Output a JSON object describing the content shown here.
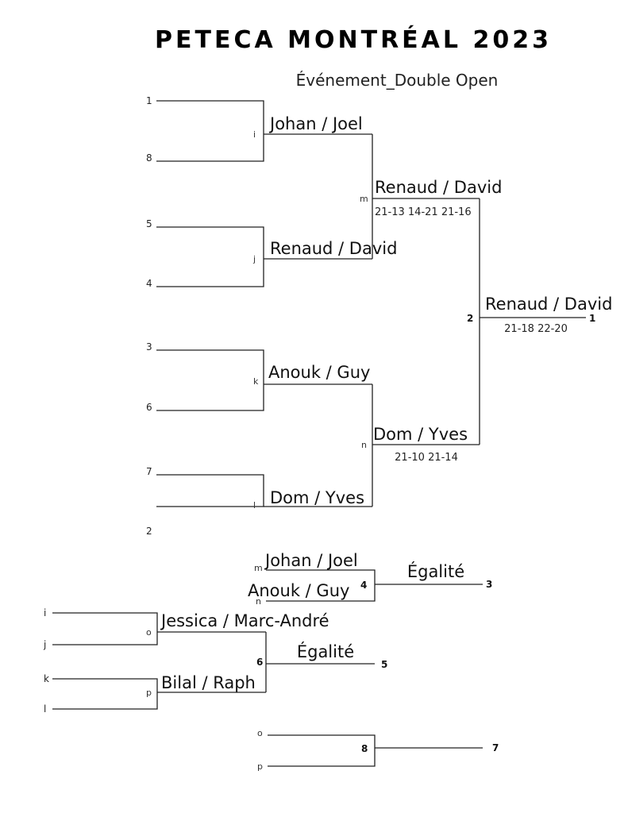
{
  "title": "PETECA MONTRÉAL 2023",
  "event": "Événement_Double Open",
  "seeds": [
    "1",
    "8",
    "5",
    "4",
    "3",
    "6",
    "7",
    "2"
  ],
  "quarterfinals": [
    {
      "id": "i",
      "winner": "Johan / Joel"
    },
    {
      "id": "j",
      "winner": "Renaud / David"
    },
    {
      "id": "k",
      "winner": "Anouk / Guy"
    },
    {
      "id": "l",
      "winner": "Dom / Yves"
    }
  ],
  "semifinals": [
    {
      "id": "m",
      "winner": "Renaud / David",
      "score": "21-13 14-21 21-16"
    },
    {
      "id": "n",
      "winner": "Dom / Yves",
      "score": "21-10 21-14"
    }
  ],
  "final": {
    "id": "2",
    "winner": "Renaud / David",
    "score": "21-18 22-20",
    "place": "1"
  },
  "third_place": {
    "id": "4",
    "in_a": "m",
    "in_b": "n",
    "team_a": "Johan / Joel",
    "team_b": "Anouk / Guy",
    "result": "Égalité",
    "place": "3"
  },
  "consolation_semis": [
    {
      "id": "o",
      "in_a": "i",
      "in_b": "j",
      "winner": "Jessica / Marc-André"
    },
    {
      "id": "p",
      "in_a": "k",
      "in_b": "l",
      "winner": "Bilal / Raph"
    }
  ],
  "fifth_place": {
    "id": "6",
    "result": "Égalité",
    "place": "5"
  },
  "seventh_place": {
    "id": "8",
    "in_a": "o",
    "in_b": "p",
    "place": "7"
  }
}
